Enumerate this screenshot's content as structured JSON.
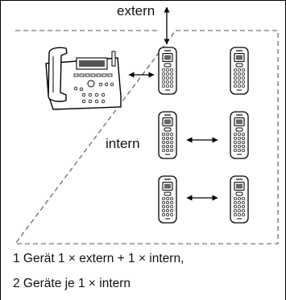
{
  "labels": {
    "extern": "extern",
    "intern": "intern"
  },
  "caption": {
    "line1": "1 Gerät 1 × extern  +  1 × intern,",
    "line2": "2 Geräte je 1 × intern"
  },
  "colors": {
    "ink": "#111111",
    "line": "#000000",
    "dashed": "#555555",
    "bg": "#ffffff"
  },
  "icons": [
    "base-station-icon",
    "handset-icon",
    "double-arrow-icon",
    "vertical-double-arrow-icon"
  ]
}
